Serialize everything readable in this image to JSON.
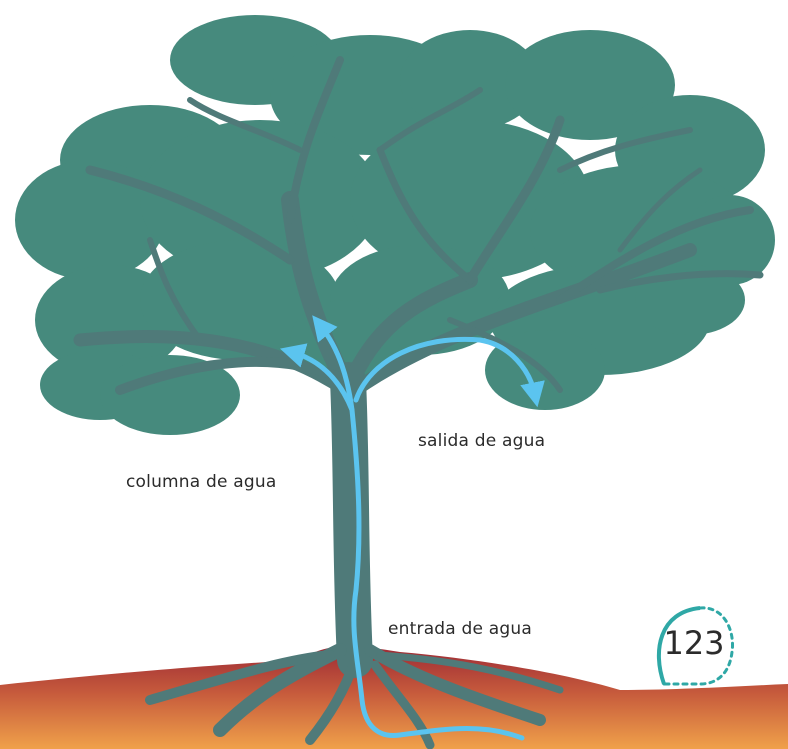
{
  "labels": {
    "water_column": "columna de agua",
    "water_exit": "salida de agua",
    "water_entry": "entrada de agua"
  },
  "page_number": "123",
  "colors": {
    "foliage": "#468a7d",
    "branches": "#4f7a79",
    "water_flow": "#5bc4ef",
    "ground_top": "#9c2a35",
    "ground_bottom": "#f0a14a",
    "page_badge": "#2fa8a6"
  }
}
